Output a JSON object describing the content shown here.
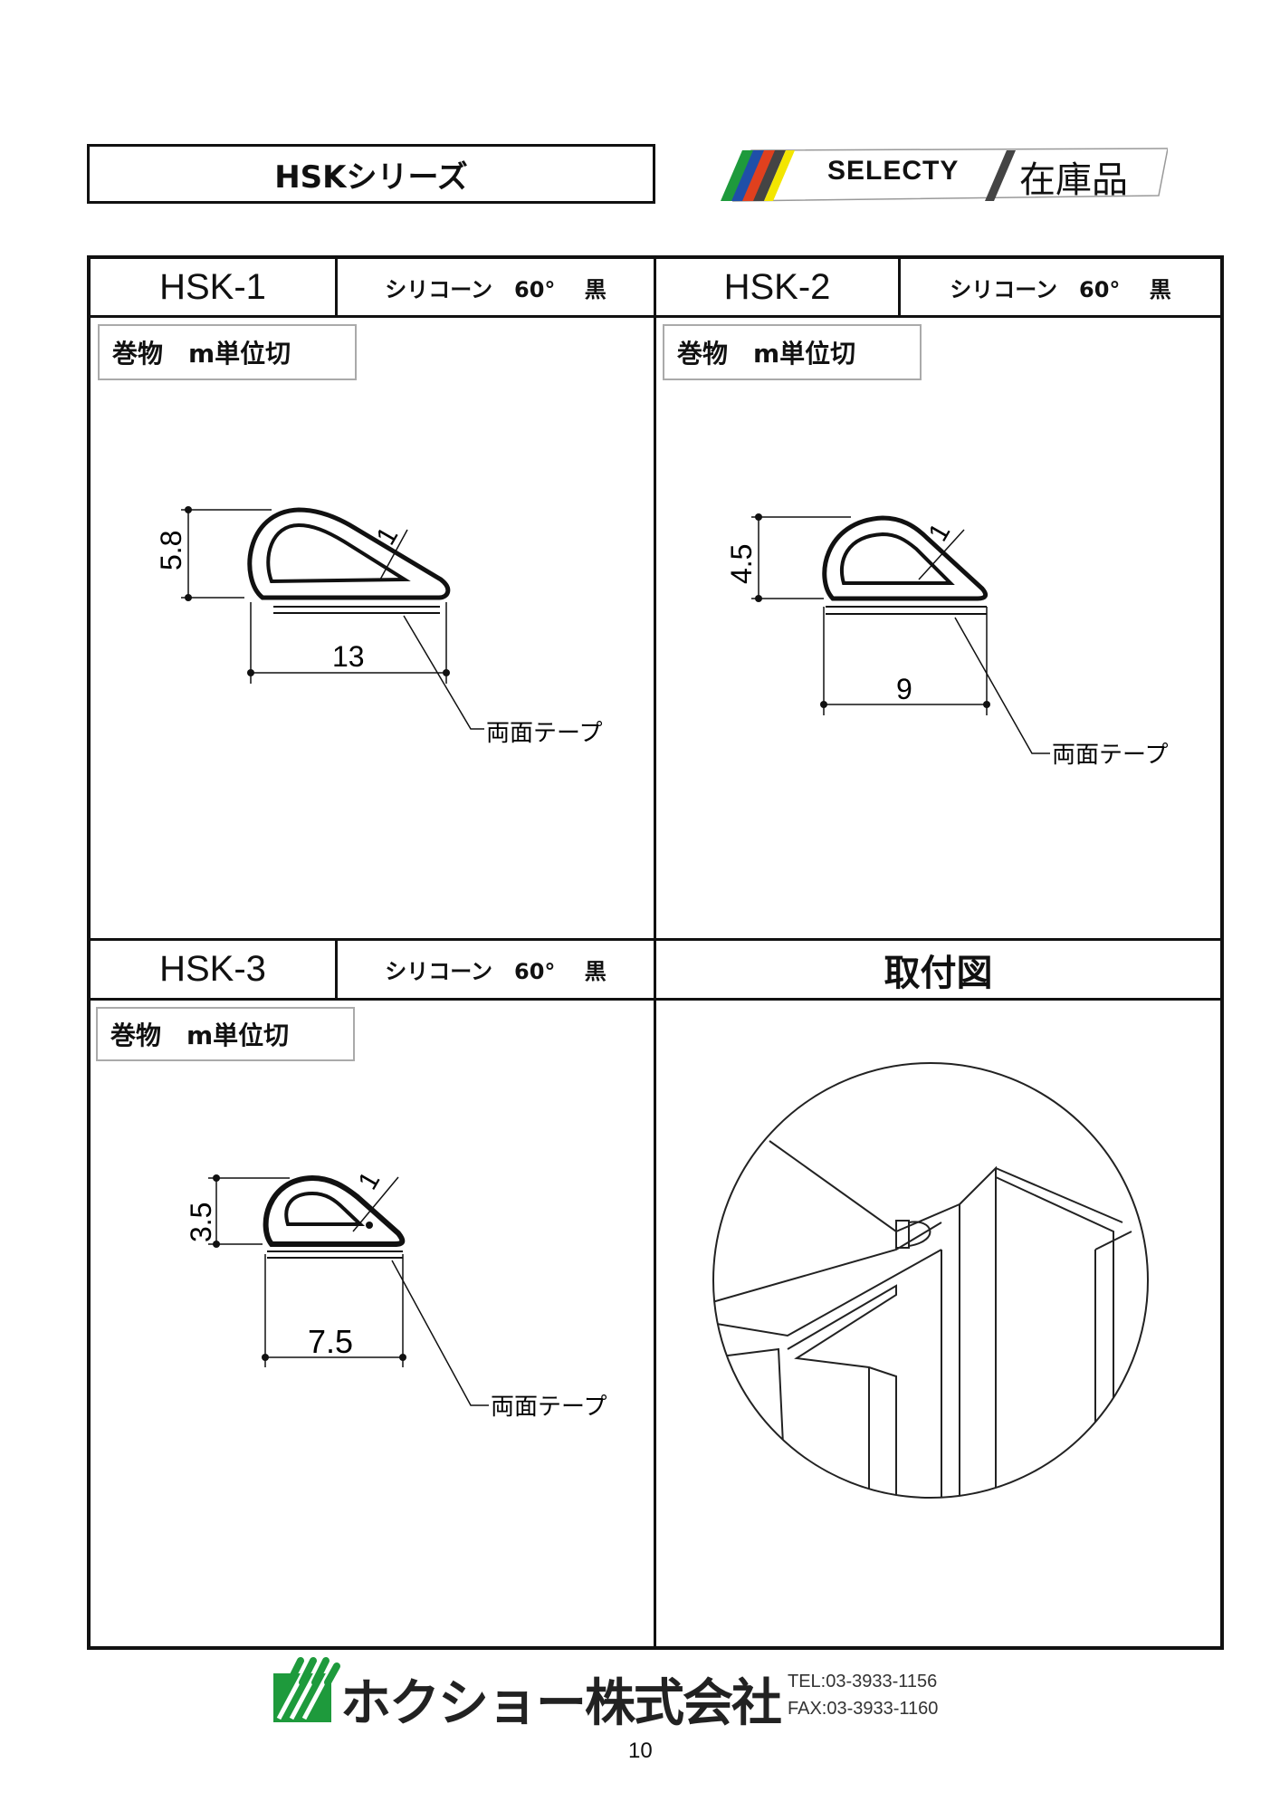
{
  "header": {
    "series_title": "HSKシリーズ",
    "brand": "SELECTY",
    "stock_label": "在庫品",
    "stripe_colors": [
      "#1e9a3c",
      "#1f4fa8",
      "#e0401e",
      "#444444",
      "#f3e600"
    ]
  },
  "products": [
    {
      "model": "HSK-1",
      "spec": "シリコーン　60°　 黒",
      "tag": "巻物　m単位切",
      "height": "5.8",
      "width": "13",
      "thickness": "1",
      "tape_label": "両面テープ"
    },
    {
      "model": "HSK-2",
      "spec": "シリコーン　60°　 黒",
      "tag": "巻物　m単位切",
      "height": "4.5",
      "width": "9",
      "thickness": "1",
      "tape_label": "両面テープ"
    },
    {
      "model": "HSK-3",
      "spec": "シリコーン　60°　 黒",
      "tag": "巻物　m単位切",
      "height": "3.5",
      "width": "7.5",
      "thickness": "1",
      "tape_label": "両面テープ"
    }
  ],
  "installation": {
    "title": "取付図"
  },
  "footer": {
    "company": "ホクショー株式会社",
    "tel": "TEL:03-3933-1156",
    "fax": "FAX:03-3933-1160",
    "page_number": "10",
    "logo_color": "#1e9a3c"
  }
}
